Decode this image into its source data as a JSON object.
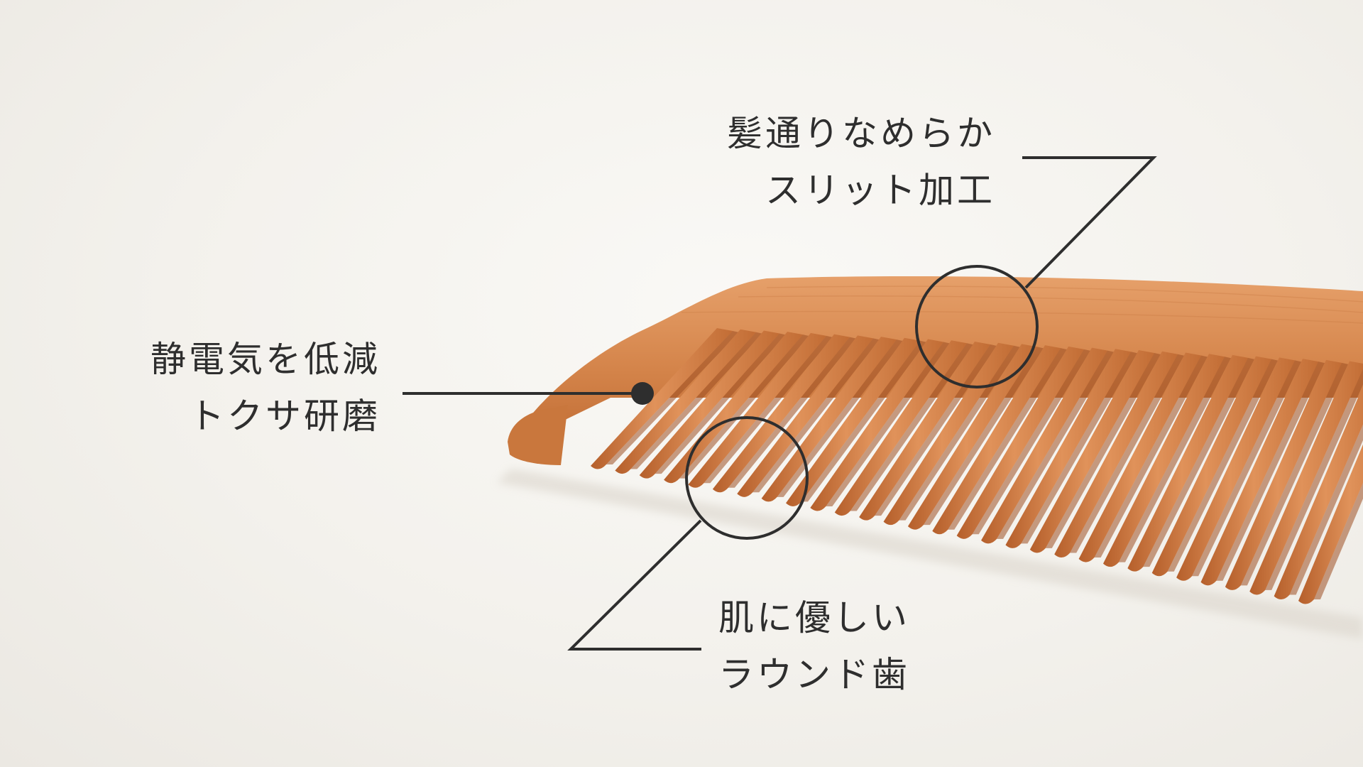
{
  "product": {
    "name": "wooden-comb",
    "colors": {
      "background": "#f3f1ec",
      "wood_light": "#e0925a",
      "wood_mid": "#c9743a",
      "wood_dark": "#a65828",
      "line": "#2e2e2e"
    }
  },
  "callouts": {
    "slit": {
      "line1": "髪通りなめらか",
      "line2": "スリット加工"
    },
    "static": {
      "line1": "静電気を低減",
      "line2": "トクサ研磨"
    },
    "round": {
      "line1": "肌に優しい",
      "line2": "ラウンド歯"
    }
  }
}
